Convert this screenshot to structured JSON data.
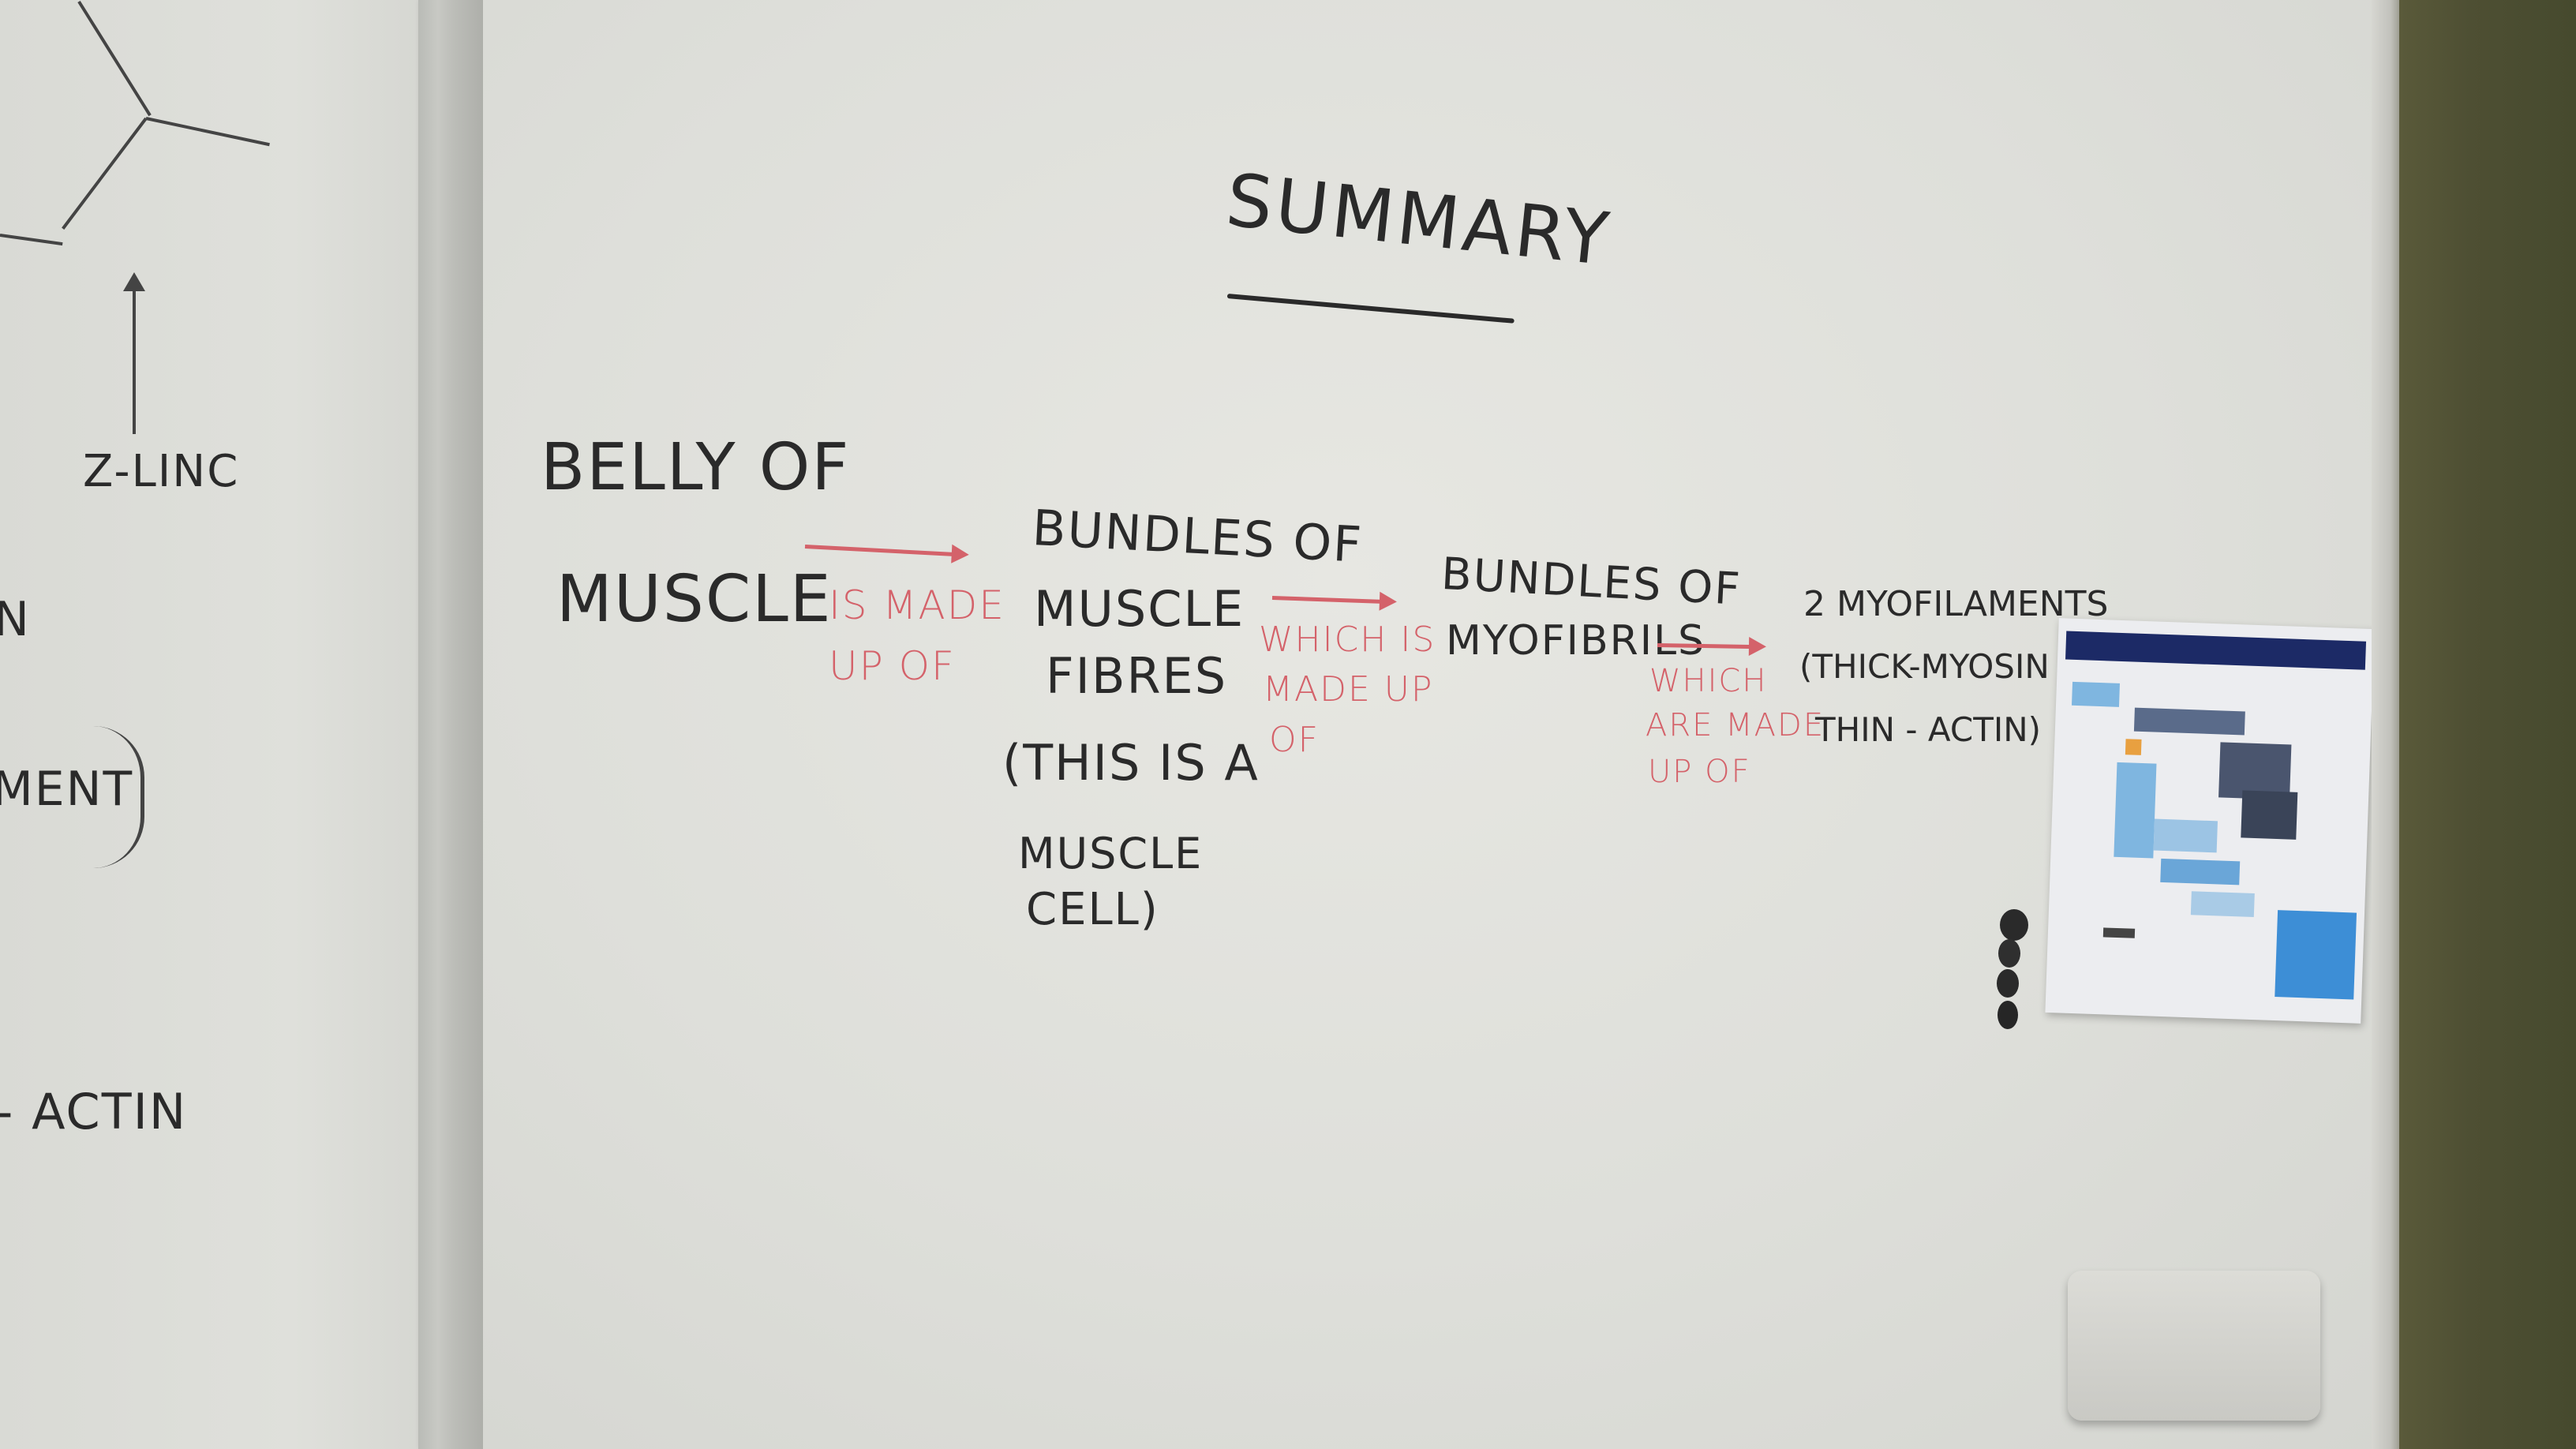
{
  "left_panel": {
    "label_z_line": "Z-LINC",
    "label_n": "N",
    "label_ment": "MENT",
    "label_actin": "- ACTIN"
  },
  "title": "SUMMARY",
  "chain": {
    "step1": {
      "line1": "BELLY OF",
      "line2": "MUSCLE"
    },
    "arrow1": {
      "line1": "IS MADE",
      "line2": "UP OF"
    },
    "step2": {
      "line1": "BUNDLES OF",
      "line2": "MUSCLE",
      "line3": "FIBRES",
      "line4": "(THIS IS A",
      "line5": "MUSCLE",
      "line6": "CELL)"
    },
    "arrow2": {
      "line1": "WHICH IS",
      "line2": "MADE UP",
      "line3": "OF"
    },
    "step3": {
      "line1": "BUNDLES OF",
      "line2": "MYOFIBRILS"
    },
    "arrow3": {
      "line1": "WHICH",
      "line2": "ARE MADE",
      "line3": "UP OF"
    },
    "step4": {
      "line1": "2 MYOFILAMENTS",
      "line2": "(THICK-MYOSIN",
      "line3": "THIN - ACTIN)"
    }
  },
  "colors": {
    "marker_black": "#2a2a2a",
    "marker_red": "#d4626a",
    "board": "#e2e2dd",
    "poster_navy": "#1c2a66",
    "poster_blue": "#3d8ed6"
  }
}
